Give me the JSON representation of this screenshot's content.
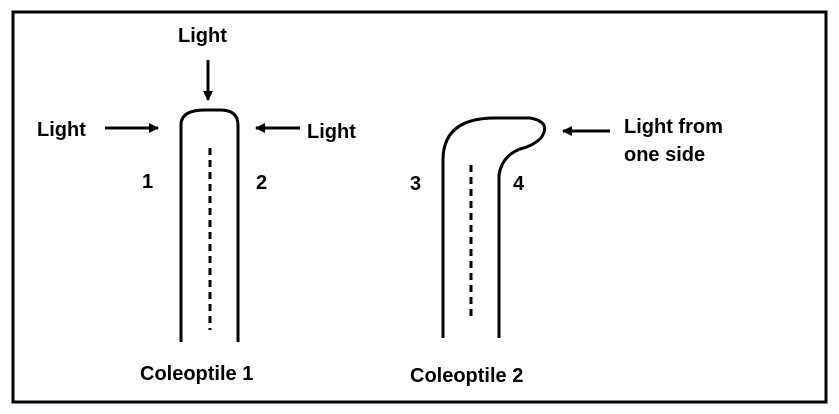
{
  "labels": {
    "light_top": "Light",
    "light_left": "Light",
    "light_right": "Light",
    "light_side_line1": "Light from",
    "light_side_line2": "one side",
    "side_1": "1",
    "side_2": "2",
    "side_3": "3",
    "side_4": "4",
    "caption_1": "Coleoptile 1",
    "caption_2": "Coleoptile 2"
  }
}
